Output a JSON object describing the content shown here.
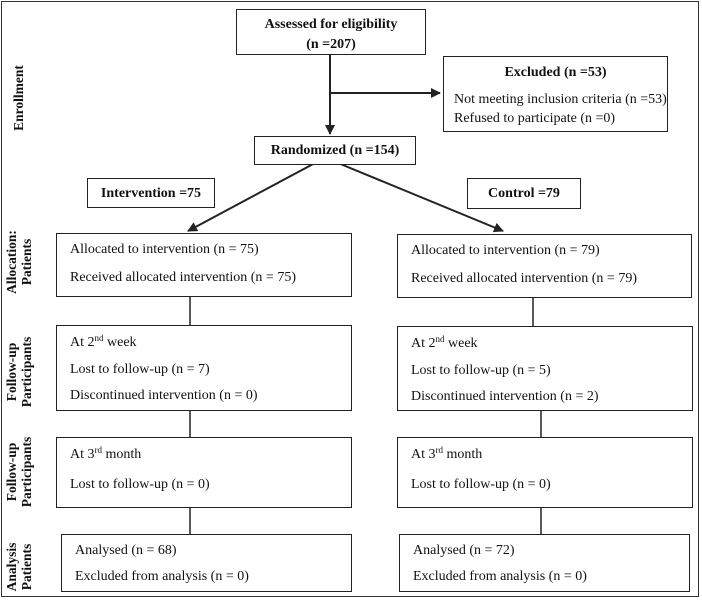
{
  "side_labels": {
    "enrollment": "Enrollment",
    "allocation": [
      "Allocation:",
      "Patients"
    ],
    "followup1": [
      "Follow-up",
      "Participants"
    ],
    "followup2": [
      "Follow-up",
      "Participants"
    ],
    "analysis": [
      "Analysis",
      "Patients"
    ]
  },
  "assessed": {
    "title": "Assessed for eligibility",
    "n": "(n =207)"
  },
  "excluded": {
    "title": "Excluded (n =53)",
    "line1": "Not meeting inclusion criteria (n =53)",
    "line2": "Refused to participate (n =0)"
  },
  "randomized": {
    "title": "Randomized (n =154)"
  },
  "intervention_label": "Intervention =75",
  "control_label": "Control =79",
  "left": {
    "allocation": [
      "Allocated to intervention (n = 75)",
      "Received allocated intervention (n = 75)"
    ],
    "followup1": {
      "at_prefix": "At 2",
      "at_sup": "nd",
      "at_suffix": " week",
      "lines": [
        "Lost to follow-up (n = 7)",
        "Discontinued intervention (n = 0)"
      ]
    },
    "followup2": {
      "at_prefix": "At 3",
      "at_sup": "rd",
      "at_suffix": " month",
      "lines": [
        "Lost to follow-up (n = 0)"
      ]
    },
    "analysis": [
      "Analysed (n = 68)",
      "Excluded from analysis (n = 0)"
    ]
  },
  "right": {
    "allocation": [
      "Allocated to intervention (n = 79)",
      "Received allocated intervention (n = 79)"
    ],
    "followup1": {
      "at_prefix": "At 2",
      "at_sup": "nd",
      "at_suffix": " week",
      "lines": [
        "Lost to follow-up (n = 5)",
        "Discontinued intervention (n = 2)"
      ]
    },
    "followup2": {
      "at_prefix": "At 3",
      "at_sup": "rd",
      "at_suffix": " month",
      "lines": [
        "Lost to follow-up (n = 0)"
      ]
    },
    "analysis": [
      "Analysed (n = 72)",
      "Excluded from analysis (n = 0)"
    ]
  }
}
